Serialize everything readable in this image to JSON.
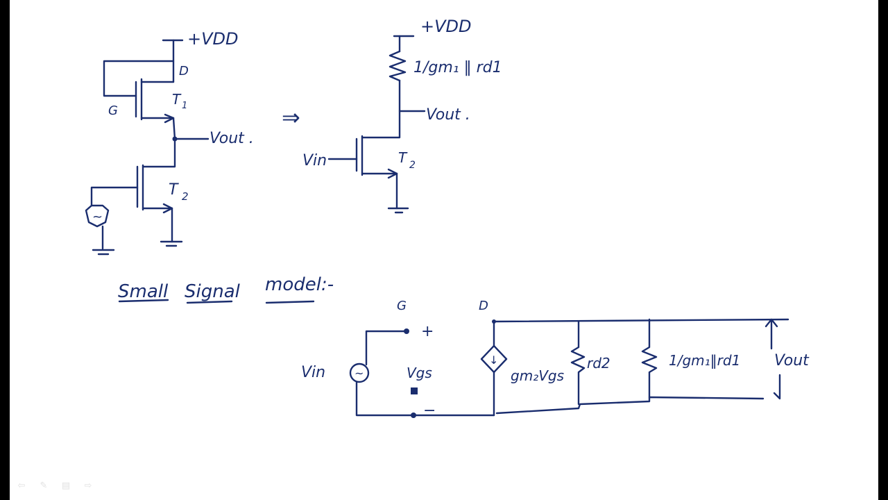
{
  "circuit1": {
    "vdd": "+VDD",
    "drain": "D",
    "gate": "G",
    "t1": "T",
    "t1_sub": "1",
    "vout": "Vout .",
    "t2": "T",
    "t2_sub": "2",
    "source": "~"
  },
  "arrow": "⇒",
  "circuit2": {
    "vdd": "+VDD",
    "load": "1/gm₁ ‖ rd1",
    "vout": "Vout .",
    "vin": "Vin",
    "t2": "T",
    "t2_sub": "2"
  },
  "heading": {
    "w1": "Small",
    "w2": "Signal",
    "w3": "model:-"
  },
  "model": {
    "gate": "G",
    "drain": "D",
    "plus": "+",
    "minus": "−",
    "vin": "Vin",
    "source": "~",
    "vgs": "Vgs",
    "dep_arrow": "↓",
    "gm2vgs": "gm₂Vgs",
    "rd2": "rd2",
    "load": "1/gm₁‖rd1",
    "vout": "Vout"
  },
  "toolbar": {
    "prev": "⇦",
    "pen": "✎",
    "menu": "▤",
    "next": "⇨"
  },
  "colors": {
    "ink": "#1a2d6e",
    "board": "#ffffff",
    "frame": "#000000"
  }
}
